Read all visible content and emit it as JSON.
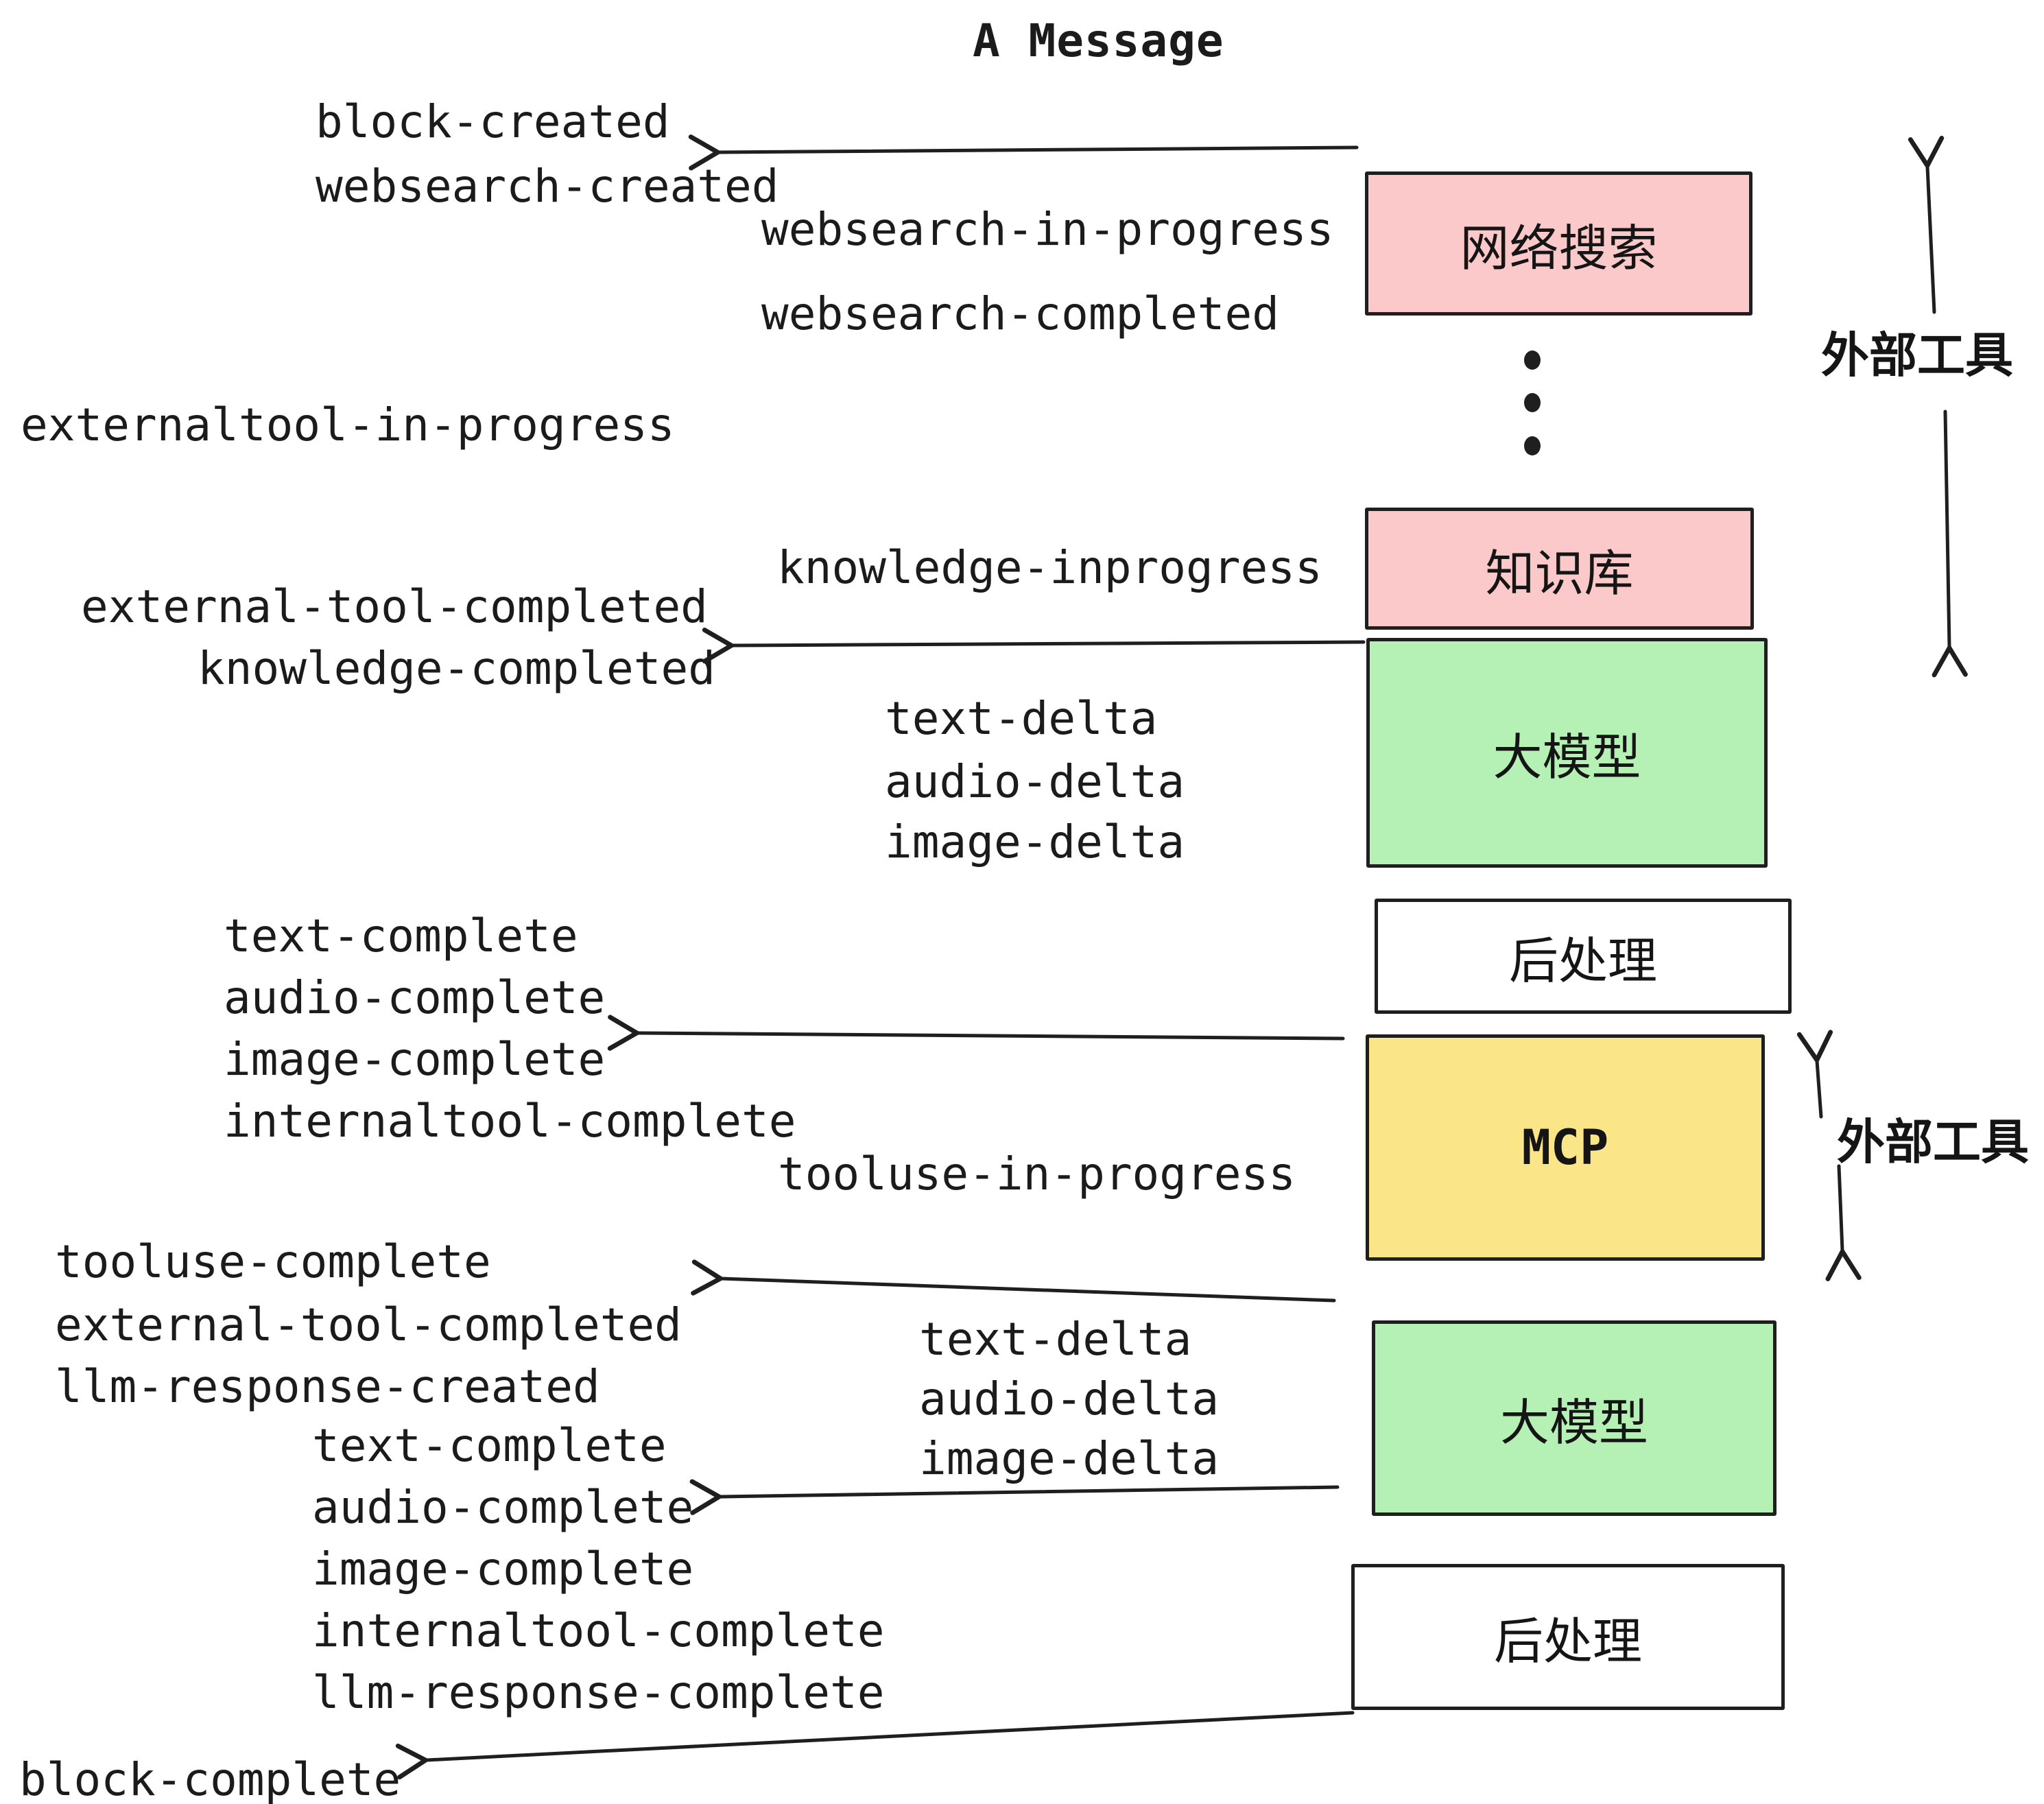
{
  "title": "A Message",
  "colors": {
    "box_pink": "#fbc9c9",
    "box_green": "#b5f0b5",
    "box_yellow": "#fae588",
    "box_white": "#ffffff",
    "border": "#1f1f1f",
    "ink": "#1b1b1b"
  },
  "boxes": [
    {
      "id": "websearch",
      "label": "网络搜索"
    },
    {
      "id": "knowledge",
      "label": "知识库"
    },
    {
      "id": "llm-1",
      "label": "大模型"
    },
    {
      "id": "postprocess-1",
      "label": "后处理"
    },
    {
      "id": "mcp",
      "label": "MCP"
    },
    {
      "id": "llm-2",
      "label": "大模型"
    },
    {
      "id": "postprocess-2",
      "label": "后处理"
    }
  ],
  "events": [
    {
      "text": "block-created"
    },
    {
      "text": "websearch-created"
    },
    {
      "text": "websearch-in-progress"
    },
    {
      "text": "websearch-completed"
    },
    {
      "text": "externaltool-in-progress"
    },
    {
      "text": "knowledge-inprogress"
    },
    {
      "text": "external-tool-completed"
    },
    {
      "text": "knowledge-completed"
    },
    {
      "text": "text-delta"
    },
    {
      "text": "audio-delta"
    },
    {
      "text": "image-delta"
    },
    {
      "text": "text-complete"
    },
    {
      "text": "audio-complete"
    },
    {
      "text": "image-complete"
    },
    {
      "text": "internaltool-complete"
    },
    {
      "text": "tooluse-in-progress"
    },
    {
      "text": "tooluse-complete"
    },
    {
      "text": "external-tool-completed"
    },
    {
      "text": "llm-response-created"
    },
    {
      "text": "text-delta"
    },
    {
      "text": "audio-delta"
    },
    {
      "text": "image-delta"
    },
    {
      "text": "text-complete"
    },
    {
      "text": "audio-complete"
    },
    {
      "text": "image-complete"
    },
    {
      "text": "internaltool-complete"
    },
    {
      "text": "llm-response-complete"
    },
    {
      "text": "block-complete"
    }
  ],
  "side_labels": [
    {
      "text": "外部工具"
    },
    {
      "text": "外部工具"
    }
  ]
}
